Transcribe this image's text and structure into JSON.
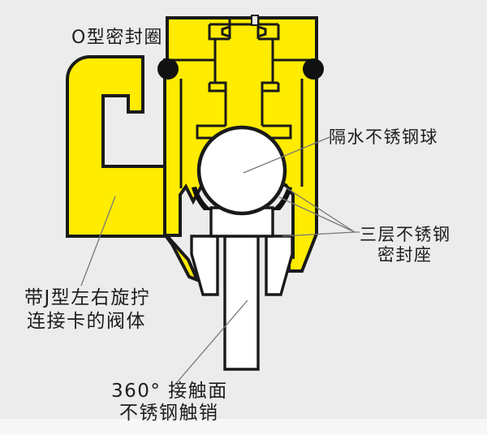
{
  "diagram": {
    "type": "valve-cross-section",
    "labels": {
      "o_ring": "O型密封圈",
      "ball": "隔水不锈钢球",
      "seat_line1": "三层不锈钢",
      "seat_line2": "密封座",
      "body_line1": "带J型左右旋拧",
      "body_line2": "连接卡的阀体",
      "pin_line1": "360° 接触面",
      "pin_line2": "不锈钢触销"
    },
    "colors": {
      "background": "#ececec",
      "body_yellow": "#ffec00",
      "outline": "#1a1a1a",
      "part_white": "#ffffff",
      "oring_black": "#111111",
      "leader_gray": "#777777",
      "text_color": "#1c1c1c"
    }
  }
}
